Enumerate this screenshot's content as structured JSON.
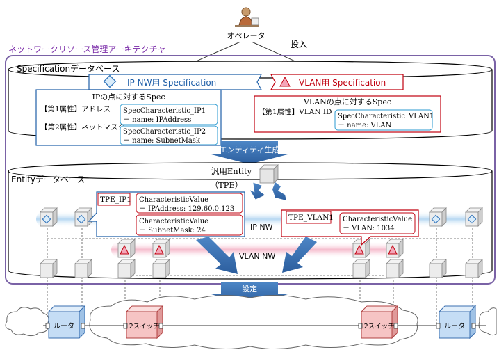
{
  "operator": {
    "label": "オペレータ"
  },
  "input_label": "投入",
  "architecture": {
    "title": "ネットワークリソース管理アーキテクチャ"
  },
  "spec_db": {
    "title": "Specificationデータベース",
    "ip_spec": {
      "banner": "IP NW用 Specification",
      "title": "IPの点に対するSpec",
      "attr1_label": "【第1属性】アドレス",
      "attr2_label": "【第2属性】ネットマスク",
      "char1_line1": "SpecCharacteristic_IP1",
      "char1_line2": "－ name: IPAddress",
      "char2_line1": "SpecCharacteristic_IP2",
      "char2_line2": "－ name: SubnetMask"
    },
    "vlan_spec": {
      "banner": "VLAN用 Specification",
      "title": "VLANの点に対するSpec",
      "attr1_label": "【第1属性】VLAN ID",
      "char1_line1": "SpecCharacteristic_VLAN1",
      "char1_line2": "－ name: VLAN"
    }
  },
  "entity_gen_label": "エンティティ生成",
  "entity_db": {
    "title": "Entityデータベース",
    "generic_entity_line1": "汎用Entity",
    "generic_entity_line2": "（TPE）",
    "tpe_ip": {
      "name": "TPE_IP1",
      "char1_line1": "CharacteristicValue",
      "char1_line2": "－ IPAddress: 129.60.0.123",
      "char2_line1": "CharacteristicValue",
      "char2_line2": "－ SubnetMask: 24"
    },
    "tpe_vlan": {
      "name": "TPE_VLAN1",
      "char1_line1": "CharacteristicValue",
      "char1_line2": "－ VLAN: 1034"
    },
    "ip_nw_label": "IP NW",
    "vlan_nw_label": "VLAN NW"
  },
  "settings_label": "設定",
  "devices": {
    "router_label": "ルータ",
    "l2switch_label": "L2スイッチ"
  },
  "colors": {
    "accent_blue": "#1f5fa8",
    "accent_red": "#c0000f",
    "frame_purple": "#7a62a6",
    "arrow_blue": "#3a6fb0",
    "ip_band": "#c9e1f5",
    "vlan_band": "#f7c6d3",
    "router_fill": "#c5ddf5",
    "switch_fill": "#f6c4c4"
  }
}
